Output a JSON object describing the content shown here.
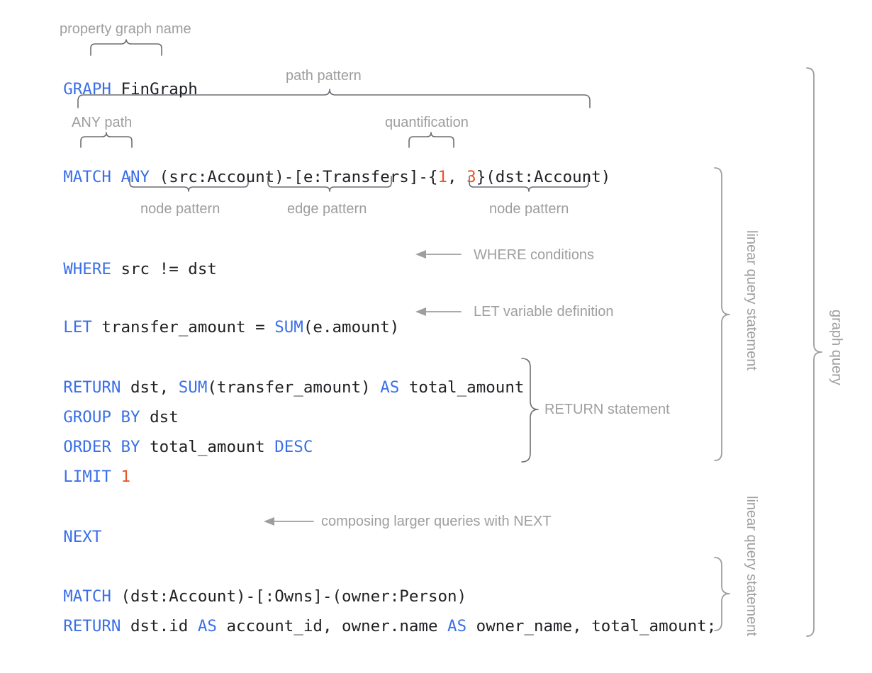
{
  "title": "GQL graph query anatomy",
  "colors": {
    "keyword": "#3b6fe8",
    "literal": "#e8542b",
    "plain": "#202124",
    "annotation": "#9e9e9e",
    "brace": "#5f6368",
    "background": "#ffffff"
  },
  "code": {
    "lines": [
      {
        "id": "graph-line",
        "tokens": [
          {
            "t": "GRAPH",
            "c": "kw"
          },
          {
            "t": " FinGraph",
            "c": "pln"
          }
        ],
        "text": "GRAPH FinGraph"
      },
      {
        "id": "match-line",
        "tokens": [
          {
            "t": "MATCH",
            "c": "kw"
          },
          {
            "t": " ",
            "c": "pln"
          },
          {
            "t": "ANY",
            "c": "kw"
          },
          {
            "t": " (src:Account)-[e:Transfers]-{",
            "c": "pln"
          },
          {
            "t": "1",
            "c": "num"
          },
          {
            "t": ", ",
            "c": "pln"
          },
          {
            "t": "3",
            "c": "num"
          },
          {
            "t": "}(dst:Account)",
            "c": "pln"
          }
        ],
        "text": "MATCH ANY (src:Account)-[e:Transfers]-{1, 3}(dst:Account)"
      },
      {
        "id": "where-line",
        "tokens": [
          {
            "t": "WHERE",
            "c": "kw"
          },
          {
            "t": " src != dst",
            "c": "pln"
          }
        ],
        "text": "WHERE src != dst"
      },
      {
        "id": "let-line",
        "tokens": [
          {
            "t": "LET",
            "c": "kw"
          },
          {
            "t": " transfer_amount = ",
            "c": "pln"
          },
          {
            "t": "SUM",
            "c": "kw"
          },
          {
            "t": "(e.amount)",
            "c": "pln"
          }
        ],
        "text": "LET transfer_amount = SUM(e.amount)"
      },
      {
        "id": "return-line",
        "tokens": [
          {
            "t": "RETURN",
            "c": "kw"
          },
          {
            "t": " dst, ",
            "c": "pln"
          },
          {
            "t": "SUM",
            "c": "kw"
          },
          {
            "t": "(transfer_amount) ",
            "c": "pln"
          },
          {
            "t": "AS",
            "c": "kw"
          },
          {
            "t": " total_amount",
            "c": "pln"
          }
        ],
        "text": "RETURN dst, SUM(transfer_amount) AS total_amount"
      },
      {
        "id": "group-by-line",
        "tokens": [
          {
            "t": "GROUP BY",
            "c": "kw"
          },
          {
            "t": " dst",
            "c": "pln"
          }
        ],
        "text": "GROUP BY dst"
      },
      {
        "id": "order-by-line",
        "tokens": [
          {
            "t": "ORDER BY",
            "c": "kw"
          },
          {
            "t": " total_amount ",
            "c": "pln"
          },
          {
            "t": "DESC",
            "c": "kw"
          }
        ],
        "text": "ORDER BY total_amount DESC"
      },
      {
        "id": "limit-line",
        "tokens": [
          {
            "t": "LIMIT",
            "c": "kw"
          },
          {
            "t": " ",
            "c": "pln"
          },
          {
            "t": "1",
            "c": "num"
          }
        ],
        "text": "LIMIT 1"
      },
      {
        "id": "next-line",
        "tokens": [
          {
            "t": "NEXT",
            "c": "kw"
          }
        ],
        "text": "NEXT"
      },
      {
        "id": "match2-line",
        "tokens": [
          {
            "t": "MATCH",
            "c": "kw"
          },
          {
            "t": " (dst:Account)-[:Owns]-(owner:Person)",
            "c": "pln"
          }
        ],
        "text": "MATCH (dst:Account)-[:Owns]-(owner:Person)"
      },
      {
        "id": "return2-line",
        "tokens": [
          {
            "t": "RETURN",
            "c": "kw"
          },
          {
            "t": " dst.id ",
            "c": "pln"
          },
          {
            "t": "AS",
            "c": "kw"
          },
          {
            "t": " account_id, owner.name ",
            "c": "pln"
          },
          {
            "t": "AS",
            "c": "kw"
          },
          {
            "t": " owner_name, total_amount;",
            "c": "pln"
          }
        ],
        "text": "RETURN dst.id AS account_id, owner.name AS owner_name, total_amount;"
      }
    ]
  },
  "annotations": {
    "property_graph_name": "property graph name",
    "path_pattern": "path pattern",
    "any_path": "ANY path",
    "quantification": "quantification",
    "node_pattern_1": "node pattern",
    "edge_pattern": "edge pattern",
    "node_pattern_2": "node pattern",
    "where_conditions": "WHERE conditions",
    "let_variable_definition": "LET variable definition",
    "return_statement": "RETURN statement",
    "composing_with_next": "composing larger queries with NEXT",
    "linear_query_statement_1": "linear query statement",
    "linear_query_statement_2": "linear query statement",
    "graph_query": "graph query"
  }
}
